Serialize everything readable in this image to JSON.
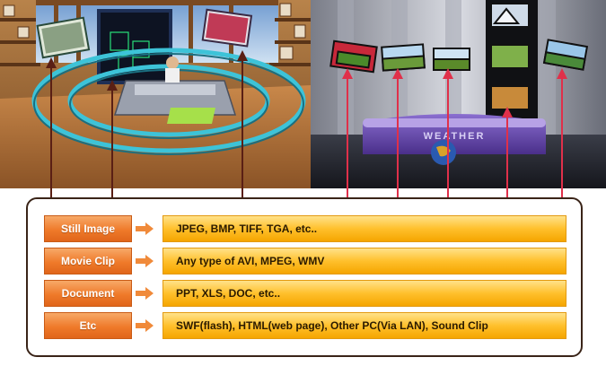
{
  "rows": [
    {
      "category": "Still Image",
      "description": "JPEG, BMP, TIFF, TGA, etc.."
    },
    {
      "category": "Movie Clip",
      "description": "Any type of AVI, MPEG, WMV"
    },
    {
      "category": "Document",
      "description": "PPT, XLS, DOC, etc.."
    },
    {
      "category": "Etc",
      "description": "SWF(flash), HTML(web page), Other PC(Via LAN), Sound Clip"
    }
  ],
  "studio_sign": "WEATHER",
  "colors": {
    "category_orange": "#ef7a2a",
    "description_gold": "#ffc02c",
    "left_connector": "#5a1f14",
    "right_connector": "#e0304a",
    "panel_border": "#3a2418"
  }
}
